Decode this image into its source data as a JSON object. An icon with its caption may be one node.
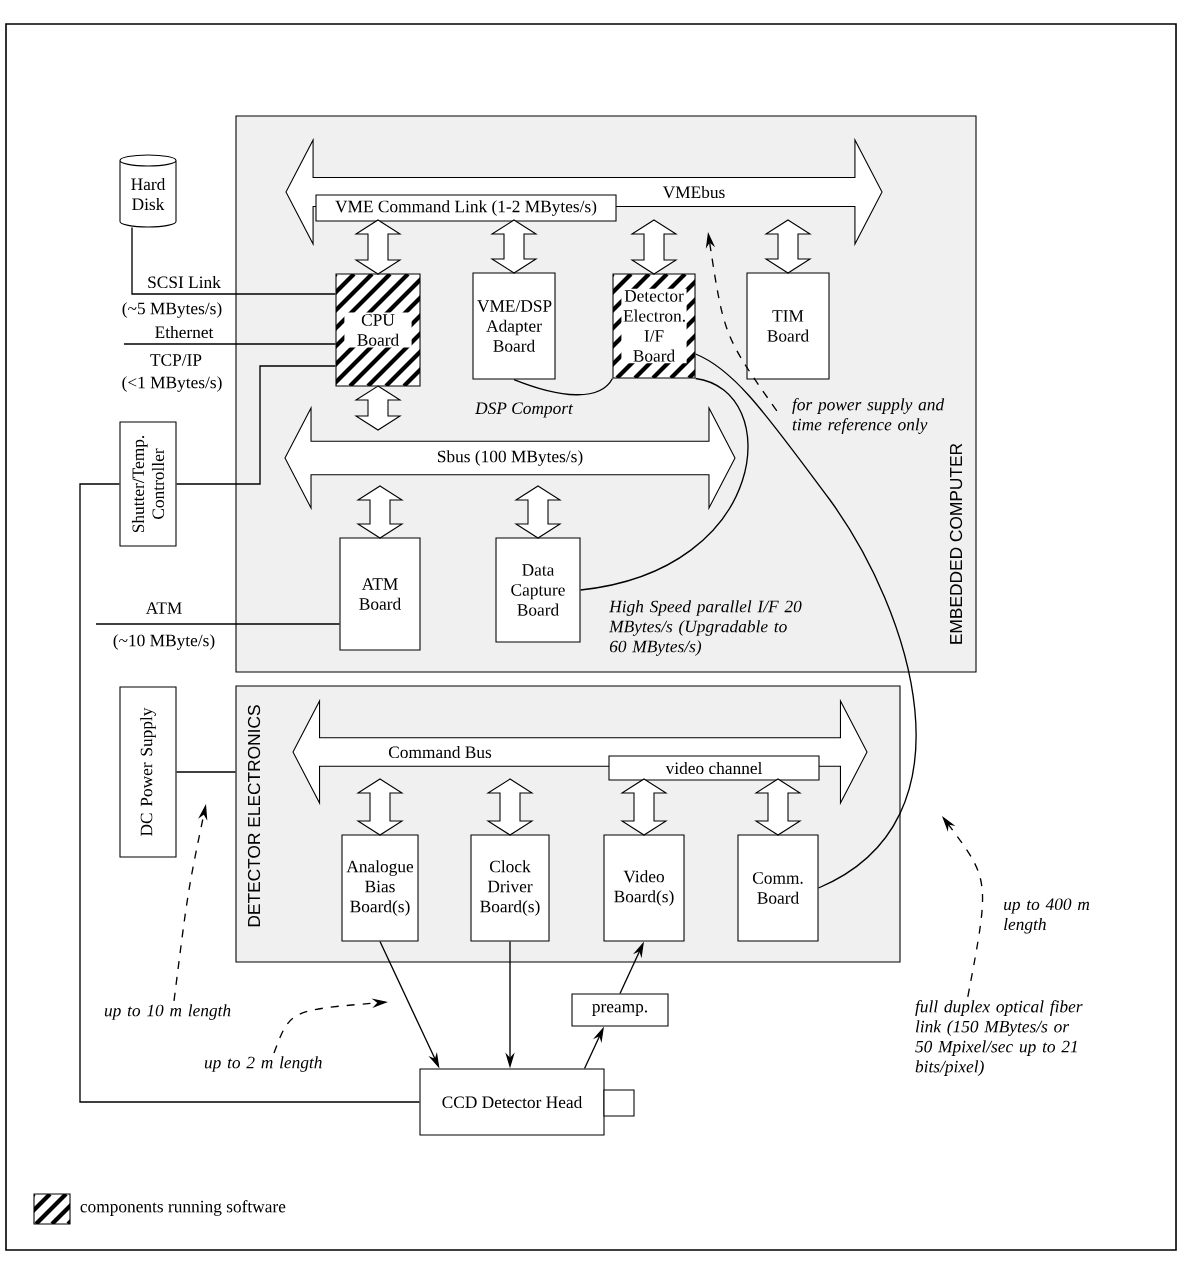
{
  "diagram": {
    "nodes": [
      {
        "text": [
          "EMBEDDED COMPUTER"
        ]
      },
      {
        "text": [
          "VMEbus"
        ],
        "in": 0
      },
      {
        "text": [
          "VME Command Link (1-2 MBytes/s)"
        ],
        "in": 0
      },
      {
        "text": [
          "CPU Board"
        ],
        "in": 0
      },
      {
        "text": [
          "VME/DSP Adapter Board"
        ],
        "in": 0
      },
      {
        "text": [
          "Detector Electron. I/F Board"
        ],
        "in": 0
      },
      {
        "text": [
          "TIM Board"
        ],
        "in": 0
      },
      {
        "text": [
          "Sbus (100 MBytes/s)"
        ],
        "in": 0
      },
      {
        "text": [
          "ATM Board"
        ],
        "in": 0
      },
      {
        "text": [
          "Data Capture Board"
        ],
        "in": 0
      },
      {
        "text": [
          "Hard Disk"
        ]
      },
      {
        "text": [
          "Shutter/Temp. Controller"
        ]
      },
      {
        "text": [
          "DC Power Supply"
        ]
      },
      {
        "text": [
          "DETECTOR ELECTRONICS"
        ]
      },
      {
        "text": [
          "Command Bus"
        ],
        "in": 13
      },
      {
        "text": [
          "video channel"
        ],
        "in": 13
      },
      {
        "text": [
          "Analogue Bias Board(s)"
        ],
        "in": 13
      },
      {
        "text": [
          "Clock Driver Board(s)"
        ],
        "in": 13
      },
      {
        "text": [
          "Video Board(s)"
        ],
        "in": 13
      },
      {
        "text": [
          "Comm. Board"
        ],
        "in": 13
      },
      {
        "text": [
          "preamp."
        ]
      },
      {
        "text": [
          "CCD Detector Head"
        ]
      },
      {
        "text": [
          "for power supply and time reference only"
        ],
        "in": 0
      },
      {
        "text": [
          "full duplex optical fiber link (150 MBytes/s or 50 Mpixel/sec up to 21 bits/pixel)"
        ],
        "beside": [
          "up to 400 m length"
        ]
      },
      {
        "text": [
          "up to 10 m length"
        ]
      },
      {
        "text": [
          "up to 2 m length"
        ]
      }
    ],
    "edges": [
      {
        "from": 1,
        "to": 3,
        "arrow": "both"
      },
      {
        "from": 1,
        "to": 4,
        "arrow": "both"
      },
      {
        "from": 1,
        "to": 5,
        "arrow": "both"
      },
      {
        "from": 1,
        "to": 6,
        "arrow": "both"
      },
      {
        "from": 3,
        "to": 7,
        "arrow": "both"
      },
      {
        "from": 7,
        "to": 8,
        "arrow": "both"
      },
      {
        "from": 7,
        "to": 9,
        "arrow": "both"
      },
      {
        "from": 14,
        "to": 16,
        "arrow": "both"
      },
      {
        "from": 14,
        "to": 17,
        "arrow": "both"
      },
      {
        "from": 14,
        "to": 18,
        "arrow": "both"
      },
      {
        "from": 14,
        "to": 19,
        "arrow": "both"
      },
      {
        "from": 10,
        "to": 3,
        "arrow": "none"
      },
      {
        "from": null,
        "to": 3,
        "arrow": "none"
      },
      {
        "from": 11,
        "to": 3,
        "arrow": "none"
      },
      {
        "from": null,
        "to": 8,
        "arrow": "none"
      },
      {
        "from": 11,
        "to": 21,
        "arrow": "none"
      },
      {
        "from": 12,
        "to": 13,
        "arrow": "none"
      },
      {
        "from": 4,
        "to": 5,
        "arrow": "none",
        "label": "DSP Comport"
      },
      {
        "from": 9,
        "to": 5,
        "arrow": "none",
        "label": "High Speed parallel I/F 20 MBytes/s (Upgradable to 60 MBytes/s)"
      },
      {
        "from": 5,
        "to": 19,
        "arrow": "none"
      },
      {
        "from": 16,
        "to": 21,
        "arrow": "to"
      },
      {
        "from": 17,
        "to": 21,
        "arrow": "to"
      },
      {
        "from": 21,
        "to": 20,
        "arrow": "to"
      },
      {
        "from": 20,
        "to": 18,
        "arrow": "to"
      },
      {
        "from": 22,
        "to": null,
        "arrow": "to",
        "style": "dashed"
      },
      {
        "from": 23,
        "to": null,
        "arrow": "to",
        "style": "dashed"
      },
      {
        "from": 24,
        "to": null,
        "arrow": "to",
        "style": "dashed"
      },
      {
        "from": 25,
        "to": null,
        "arrow": "to",
        "style": "dashed"
      }
    ],
    "labels": [
      "SCSI Link",
      "(~5 MBytes/s)",
      "Ethernet",
      "TCP/IP",
      "(<1 MBytes/s)",
      "ATM",
      "(~10 MByte/s)"
    ],
    "legend": [
      {
        "text": "components running software"
      }
    ]
  }
}
